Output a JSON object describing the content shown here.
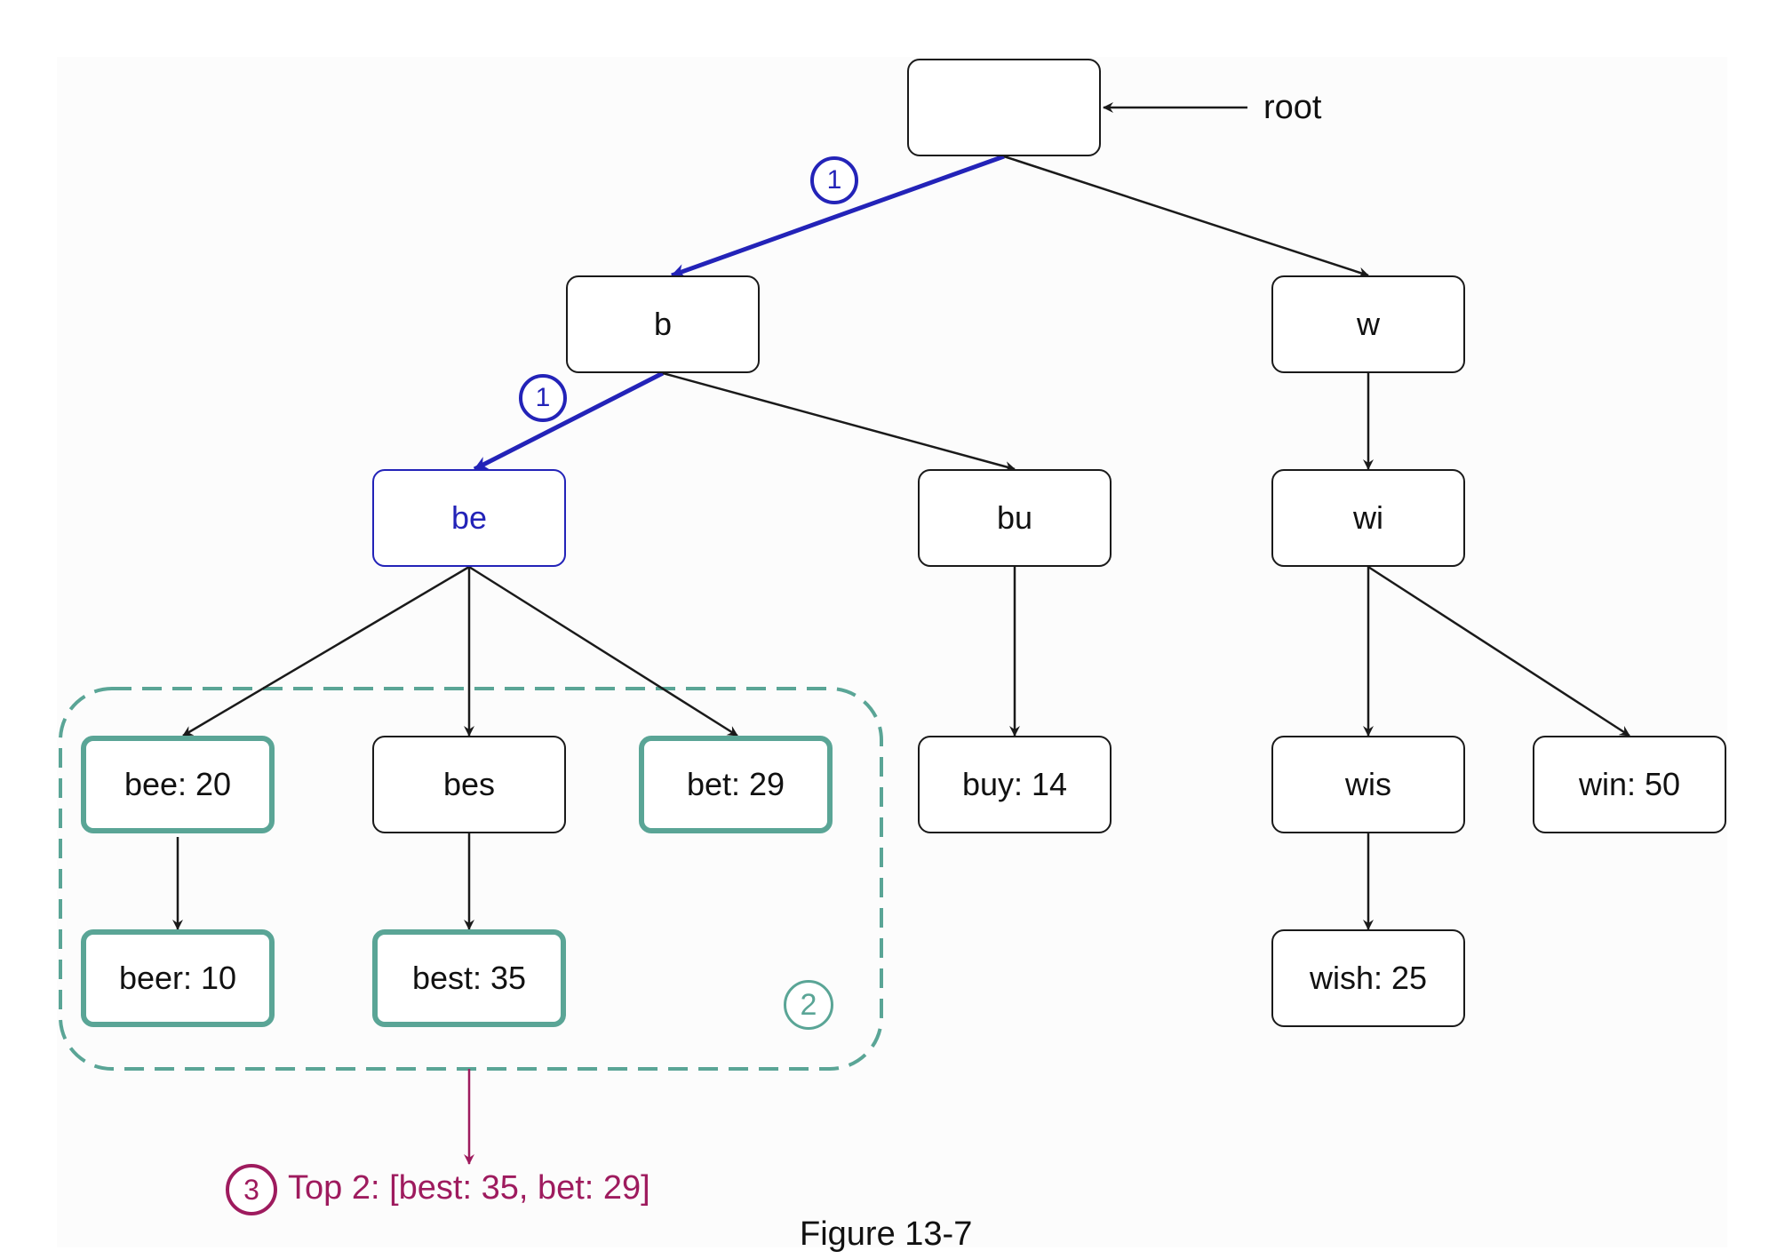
{
  "diagram": {
    "caption": "Figure 13-7",
    "root_label": "root",
    "nodes": {
      "root": "",
      "b": "b",
      "w": "w",
      "be": "be",
      "bu": "bu",
      "wi": "wi",
      "bee": "bee: 20",
      "bes": "bes",
      "bet": "bet: 29",
      "buy": "buy: 14",
      "wis": "wis",
      "win": "win: 50",
      "beer": "beer: 10",
      "best": "best: 35",
      "wish": "wish: 25"
    },
    "steps": {
      "step1": "1",
      "step2": "2",
      "step3": "3"
    },
    "result": "Top 2: [best: 35, bet: 29]",
    "colors": {
      "path": "#2323b8",
      "highlight": "#5aa596",
      "result": "#9e1b5e",
      "edge": "#1a1a1a"
    }
  }
}
